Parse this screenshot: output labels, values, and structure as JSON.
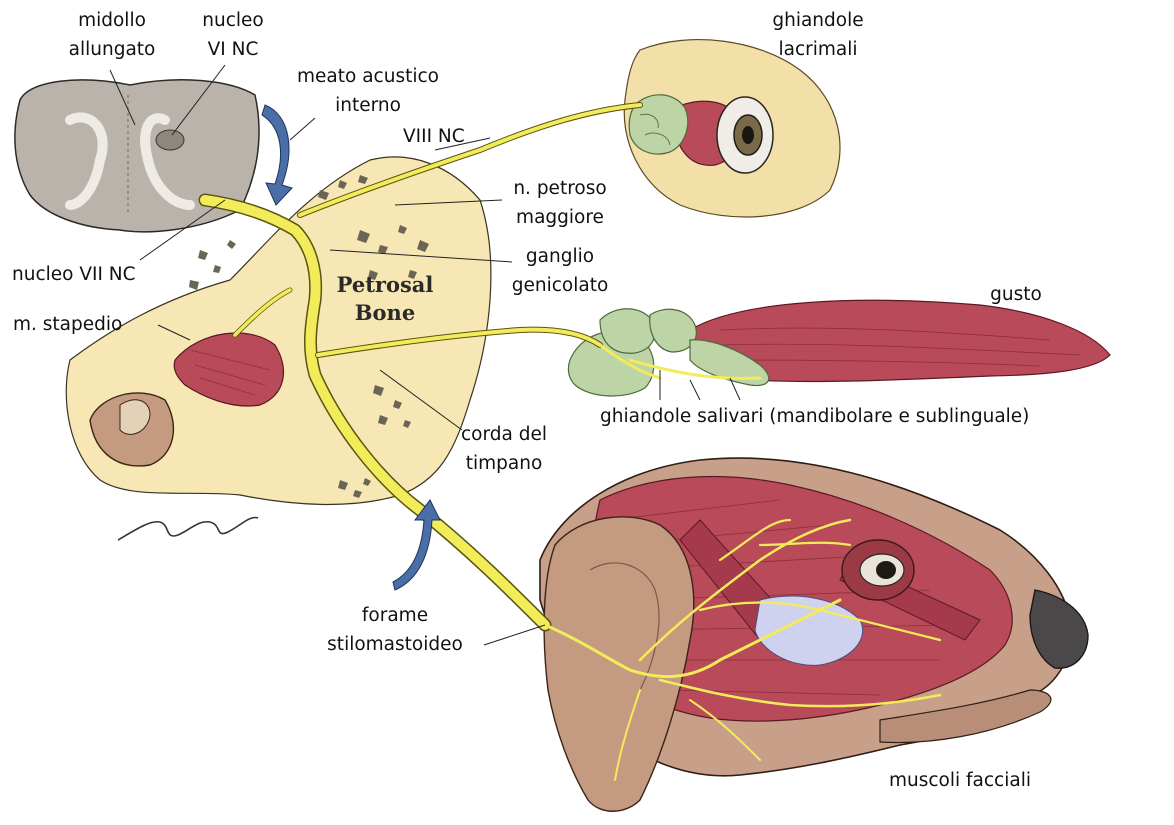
{
  "figure": {
    "labels": {
      "midollo": [
        "midollo",
        "allungato"
      ],
      "nucleo_vi": [
        "nucleo",
        "VI NC"
      ],
      "meato": [
        "meato acustico",
        "interno"
      ],
      "viii_nc": "VIII NC",
      "petroso": [
        "n. petroso",
        "maggiore"
      ],
      "ganglio": [
        "ganglio",
        "genicolato"
      ],
      "nucleo_vii": "nucleo VII NC",
      "stapedio": "m. stapedio",
      "corda": [
        "corda del",
        "timpano"
      ],
      "forame": [
        "forame",
        "stilomastoideo"
      ],
      "lacrimali": [
        "ghiandole",
        "lacrimali"
      ],
      "gusto": "gusto",
      "salivari": "ghiandole salivari (mandibolare  e sublinguale)",
      "facciali": "muscoli facciali"
    },
    "bone_text": [
      "Petrosal",
      "Bone"
    ]
  },
  "colors": {
    "nerve": "#f2ec5a",
    "bone": "#f6e7b4",
    "muscle": "#b84a5a",
    "gland": "#bdd4a6",
    "skin": "#c49a80",
    "arrow": "#4a6fa8"
  }
}
